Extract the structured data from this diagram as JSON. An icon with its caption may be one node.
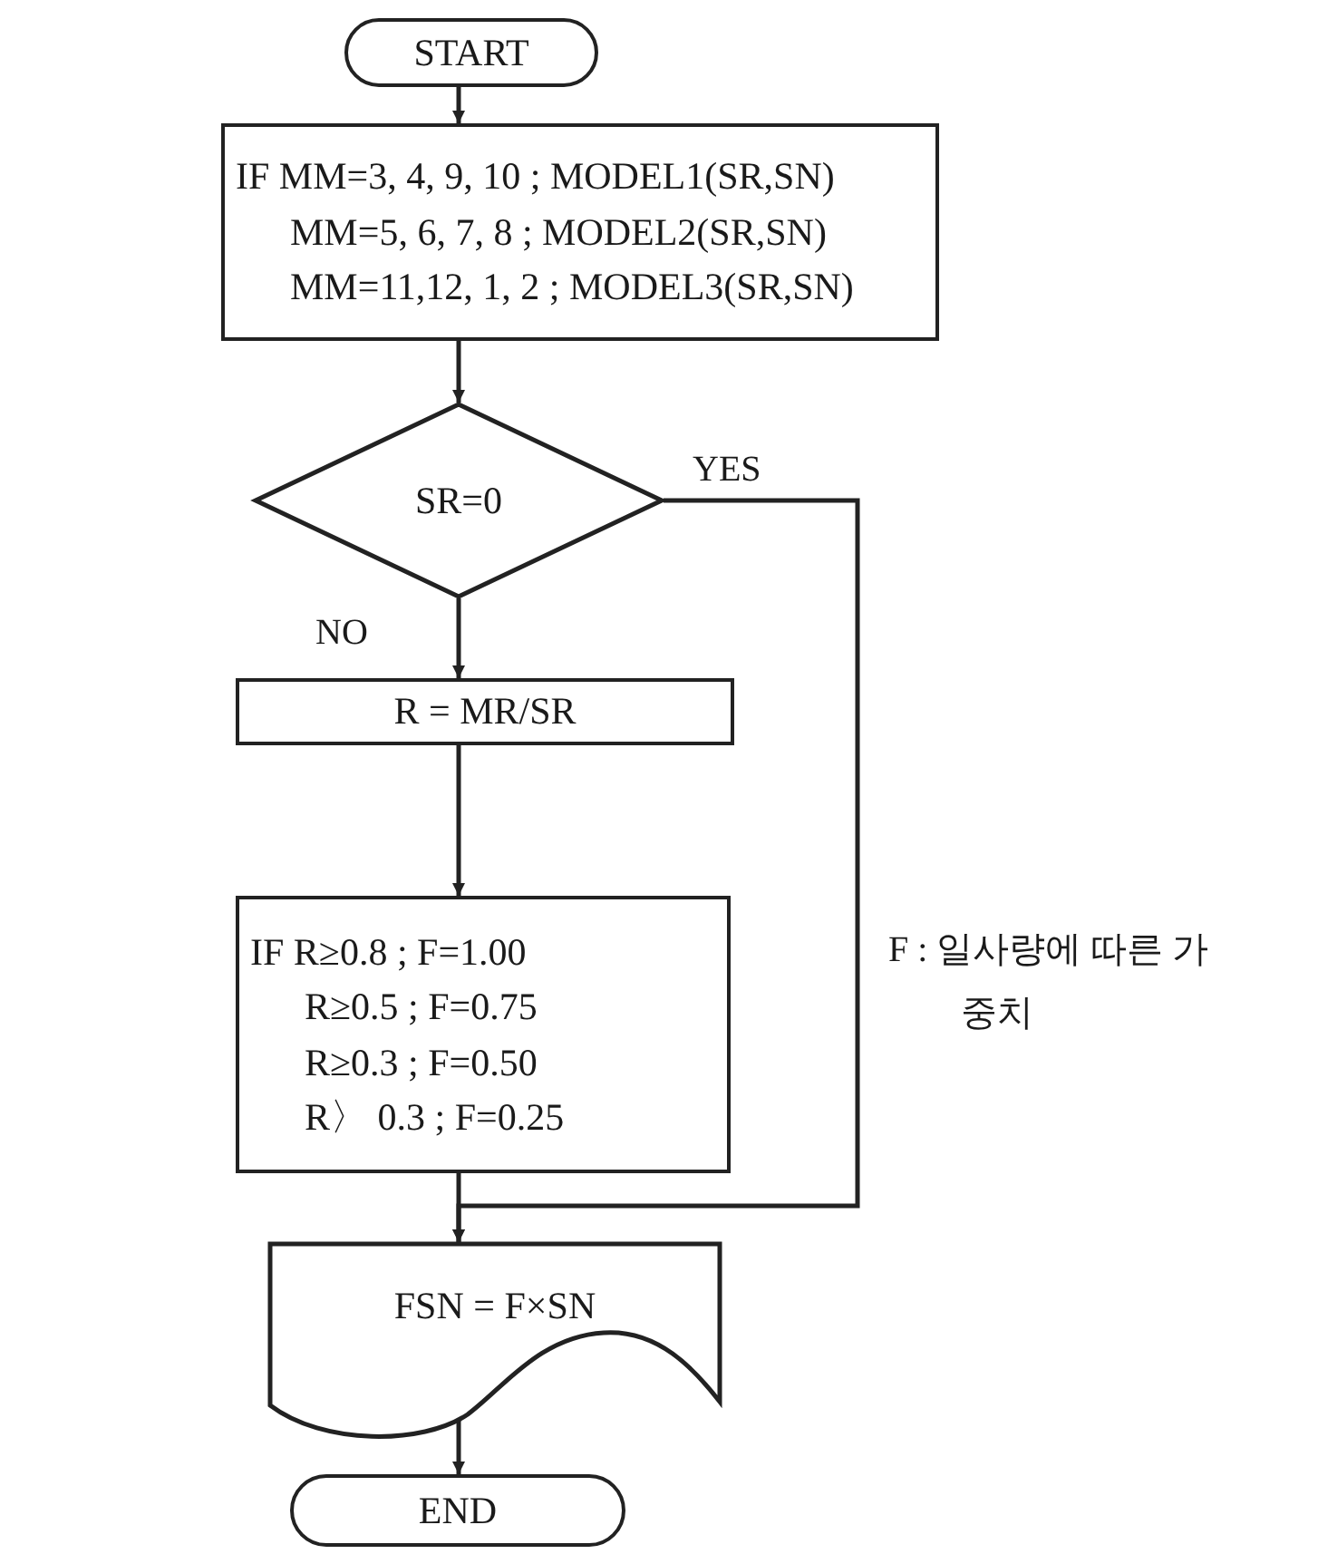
{
  "diagram": {
    "nodes": [
      {
        "text": [
          "START"
        ]
      },
      {
        "text": [
          "IF MM=3, 4, 9, 10 ; MODEL1(SR,SN)",
          "MM=5, 6, 7, 8 ; MODEL2(SR,SN)",
          "MM=11,12, 1, 2 ; MODEL3(SR,SN)"
        ]
      },
      {
        "text": [
          "SR=0"
        ]
      },
      {
        "text": [
          "R = MR/SR"
        ]
      },
      {
        "text": [
          "IF R≥0.8 ; F=1.00",
          "R≥0.5 ; F=0.75",
          "R≥0.3 ; F=0.50",
          "R〉 0.3 ; F=0.25"
        ]
      },
      {
        "text": [
          "FSN = F×SN"
        ]
      },
      {
        "text": [
          "END"
        ]
      }
    ],
    "edges": [
      {
        "from": 0,
        "to": 1,
        "arrow": "to"
      },
      {
        "from": 1,
        "to": 2,
        "arrow": "to"
      },
      {
        "from": 2,
        "to": 3,
        "arrow": "to",
        "label": "NO"
      },
      {
        "from": 3,
        "to": 4,
        "arrow": "to"
      },
      {
        "from": 4,
        "to": 5,
        "arrow": "to"
      },
      {
        "from": 2,
        "to": 5,
        "arrow": "to",
        "label": "YES"
      },
      {
        "from": 5,
        "to": 6,
        "arrow": "to"
      }
    ],
    "labels": [
      "F : 일사량에 따른 가중치"
    ]
  }
}
